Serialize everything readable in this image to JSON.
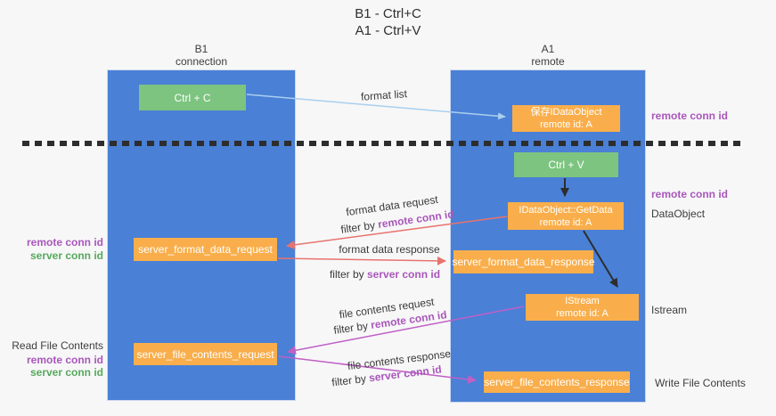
{
  "title": [
    "B1 - Ctrl+C",
    "A1 - Ctrl+V"
  ],
  "lanes": {
    "b1": {
      "name": "B1",
      "subtitle": "connection"
    },
    "a1": {
      "name": "A1",
      "subtitle": "remote"
    }
  },
  "nodes": {
    "ctrl_c": {
      "label": "Ctrl + C"
    },
    "ctrl_v": {
      "label": "Ctrl + V"
    },
    "save_dataobject": {
      "line1": "保存IDataObject",
      "line2": "remote id: A"
    },
    "getdata": {
      "line1": "IDataObject::GetData",
      "line2": "remote id: A"
    },
    "istream": {
      "line1": "IStream",
      "line2": "remote id: A"
    },
    "format_request": {
      "label": "server_format_data_request"
    },
    "format_response": {
      "label": "server_format_data_response"
    },
    "file_request": {
      "label": "server_file_contents_request"
    },
    "file_response": {
      "label": "server_file_contents_response"
    }
  },
  "edge_labels": {
    "format_list": "format list",
    "format_data_request": "format data request",
    "format_data_response": "format data response",
    "file_contents_request": "file contents request",
    "file_contents_response": "file contents response",
    "filter_by": "filter by",
    "remote_conn_id": "remote conn id",
    "server_conn_id": "server conn id"
  },
  "side_labels": {
    "left_remote_conn_id": "remote conn id",
    "left_server_conn_id": "server conn id",
    "read_file_contents": "Read File Contents",
    "left_remote_conn_id_bottom": "remote conn id",
    "left_server_conn_id_bottom": "server conn id",
    "right_remote_conn_id_top": "remote conn id",
    "right_remote_conn_id_mid": "remote conn id",
    "dataobject": "DataObject",
    "istream": "Istream",
    "write_file_contents": "Write File Contents"
  },
  "colors": {
    "lane_fill": "#4a80d6",
    "green_box": "#7cc47f",
    "orange_box": "#f9ae4b",
    "arrow_blue": "#a9cfee",
    "arrow_salmon": "#e8736e",
    "arrow_magenta": "#c05fc5",
    "arrow_black": "#2d2d2d",
    "purple_text": "#a957ba",
    "green_text": "#57a95c"
  }
}
